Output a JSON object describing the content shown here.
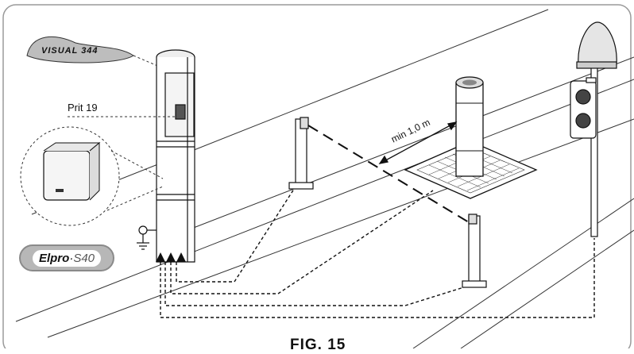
{
  "labels": {
    "visual_logo": "VISUAL 344",
    "prit": "Prit 19",
    "elpro_name": "Elpro",
    "elpro_dot": "·",
    "elpro_model": "S40",
    "min_distance": "min 1,0 m",
    "figure": "FIG. 15"
  },
  "colors": {
    "line": "#111111",
    "logo_fill": "#bdbdbd",
    "badge_fill": "#b7b7b7",
    "frame": "#9a9a9a"
  },
  "icons": {
    "ground": "ground-symbol-icon",
    "arrow": "arrow-up-icon"
  }
}
